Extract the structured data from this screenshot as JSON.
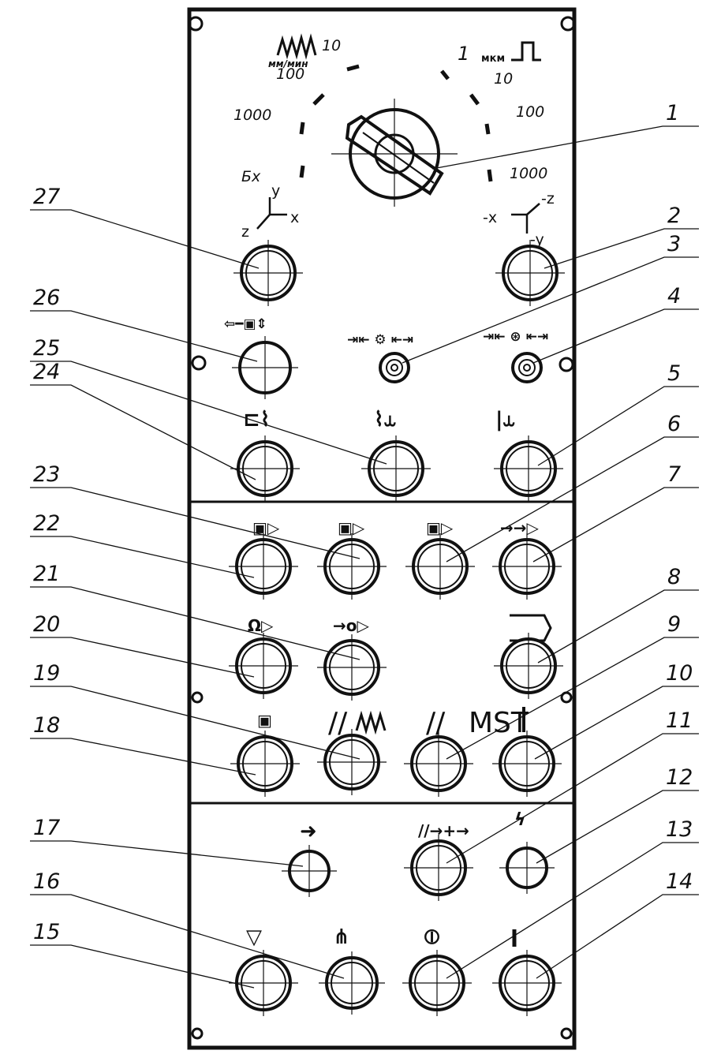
{
  "callouts": [
    "1",
    "2",
    "3",
    "4",
    "5",
    "6",
    "7",
    "8",
    "9",
    "10",
    "11",
    "12",
    "13",
    "14",
    "15",
    "16",
    "17",
    "18",
    "19",
    "20",
    "21",
    "22",
    "23",
    "24",
    "25",
    "26",
    "27"
  ],
  "dial": {
    "wave_unit": "мм/мин",
    "left_labels": [
      "10",
      "100",
      "1000",
      "Бх"
    ],
    "right_labels": [
      "1",
      "мкм",
      "10",
      "100",
      "1000"
    ]
  },
  "axes_left": {
    "x": "x",
    "y": "y",
    "z": "z"
  },
  "axes_right": {
    "x": "-x",
    "y": "-y",
    "z": "-z"
  },
  "mst_label": "MST",
  "double_slash": "//"
}
